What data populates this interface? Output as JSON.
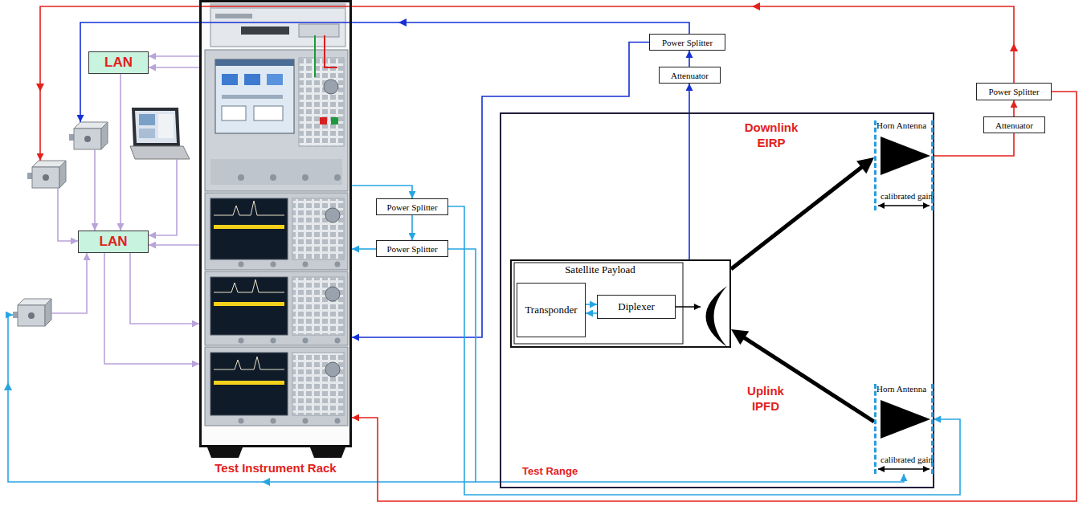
{
  "diagram": {
    "nodes": [
      {
        "text": [
          "LAN"
        ]
      },
      {
        "text": [
          "Test Instrument Rack"
        ]
      },
      {
        "text": [
          "Power Splitter"
        ]
      },
      {
        "text": [
          "Attenuator"
        ]
      },
      {
        "text": [
          "Power Splitter"
        ]
      },
      {
        "text": [
          "Attenuator"
        ]
      },
      {
        "text": [
          "LAN"
        ]
      },
      {
        "text": [
          "Power Splitter"
        ]
      },
      {
        "text": [
          "Power Splitter"
        ]
      },
      {
        "text": [
          "Test Range"
        ]
      },
      {
        "text": [
          "Horn Antenna",
          "calibrated gain"
        ],
        "in": 9
      },
      {
        "text": [
          "Satellite Payload"
        ],
        "in": 9
      },
      {
        "text": [
          "Transponder"
        ],
        "in": 11
      },
      {
        "text": [
          "Diplexer"
        ],
        "in": 11
      },
      {
        "text": [
          "Horn Antenna",
          "calibrated gain"
        ],
        "in": 9
      }
    ],
    "edges": [
      {
        "from": 1,
        "to": 0,
        "arrow": "to"
      },
      {
        "from": 1,
        "to": 0,
        "arrow": "to"
      },
      {
        "from": 0,
        "to": 6,
        "arrow": "to"
      },
      {
        "from": 1,
        "to": 6,
        "arrow": "to"
      },
      {
        "from": 6,
        "to": 1,
        "arrow": "to"
      },
      {
        "from": 6,
        "to": 1,
        "arrow": "to"
      },
      {
        "from": 11,
        "to": 3,
        "arrow": "to"
      },
      {
        "from": 3,
        "to": 2,
        "arrow": "to"
      },
      {
        "from": 2,
        "to": 1,
        "arrow": "to"
      },
      {
        "from": 10,
        "to": 5,
        "arrow": "none"
      },
      {
        "from": 5,
        "to": 4,
        "arrow": "to"
      },
      {
        "from": 4,
        "to": 1,
        "arrow": "to"
      },
      {
        "from": 1,
        "to": 7,
        "arrow": "to"
      },
      {
        "from": 7,
        "to": 8,
        "arrow": "to"
      },
      {
        "from": 8,
        "to": 1,
        "arrow": "to"
      },
      {
        "from": 7,
        "to": 14,
        "arrow": "to"
      },
      {
        "from": 8,
        "to": 14,
        "arrow": "to"
      },
      {
        "from": 11,
        "to": 10,
        "label": "Downlink EIRP",
        "arrow": "to"
      },
      {
        "from": 14,
        "to": 11,
        "label": "Uplink IPFD",
        "arrow": "to"
      },
      {
        "from": 12,
        "to": 13,
        "arrow": "to"
      },
      {
        "from": 13,
        "to": 12,
        "arrow": "to"
      }
    ]
  }
}
